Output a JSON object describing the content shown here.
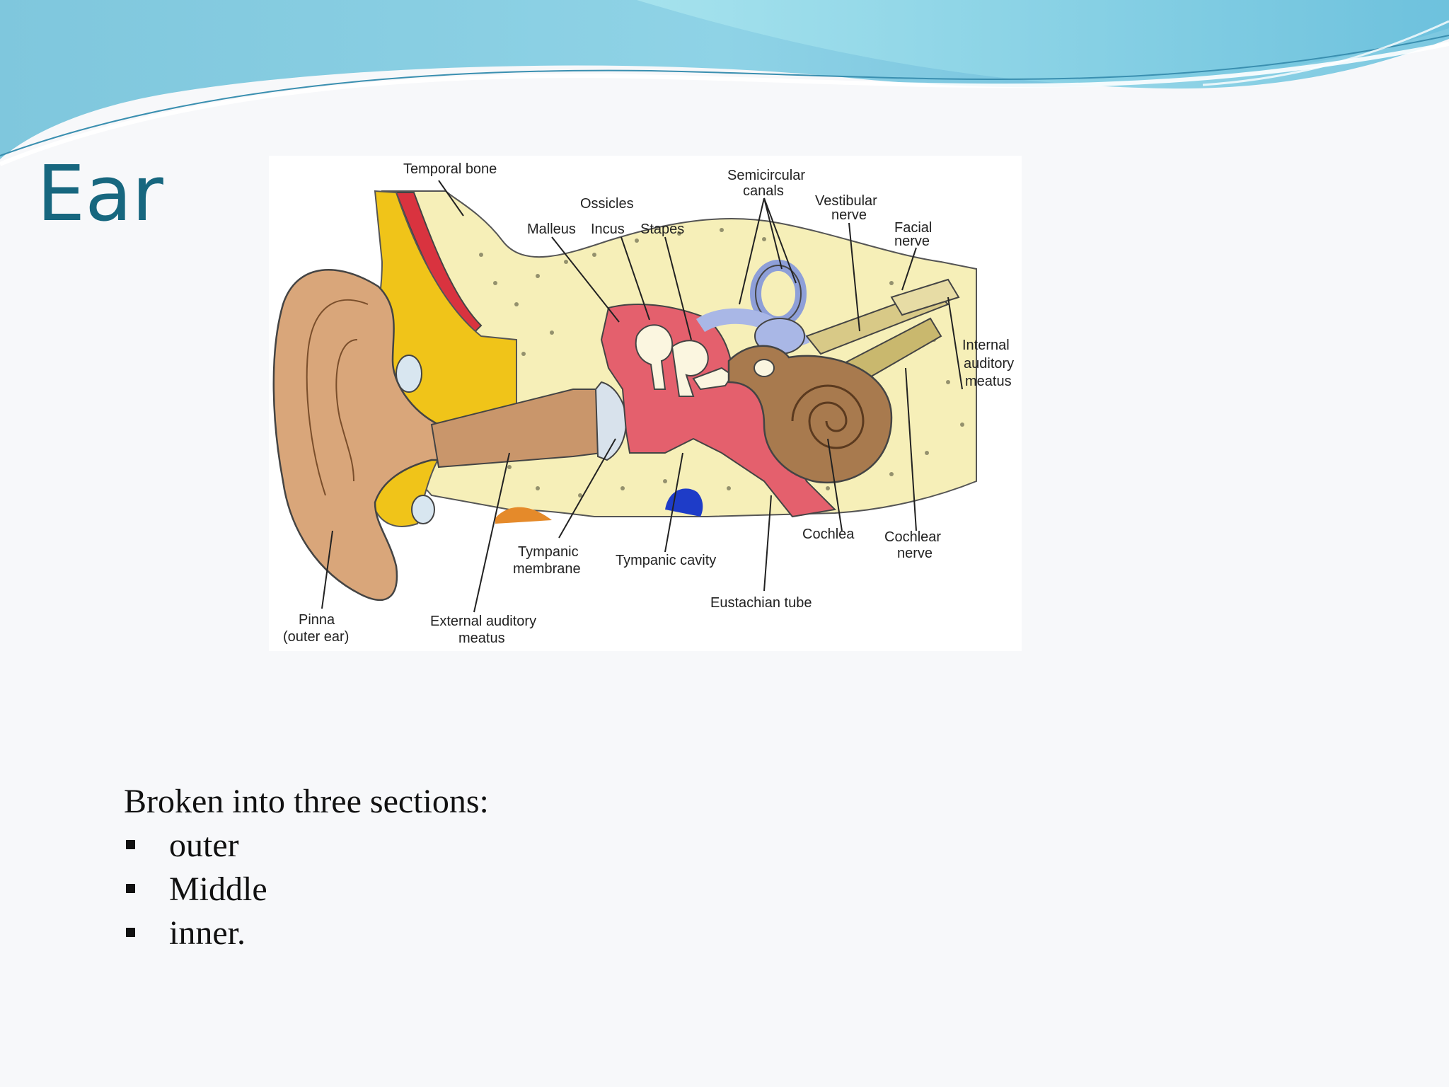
{
  "slide": {
    "title": "Ear",
    "intro": "Broken into three sections:",
    "bullets": [
      "outer",
      "Middle",
      "inner."
    ]
  },
  "diagram": {
    "labels": {
      "temporal_bone": "Temporal bone",
      "ossicles": "Ossicles",
      "malleus": "Malleus",
      "incus": "Incus",
      "stapes": "Stapes",
      "semicircular_1": "Semicircular",
      "semicircular_2": "canals",
      "vestibular_1": "Vestibular",
      "vestibular_2": "nerve",
      "facial_1": "Facial",
      "facial_2": "nerve",
      "internal_1": "Internal",
      "internal_2": "auditory",
      "internal_3": "meatus",
      "cochlea": "Cochlea",
      "cochlear_1": "Cochlear",
      "cochlear_2": "nerve",
      "tympanic_membrane_1": "Tympanic",
      "tympanic_membrane_2": "membrane",
      "tympanic_cavity": "Tympanic cavity",
      "eustachian_tube": "Eustachian tube",
      "pinna_1": "Pinna",
      "pinna_2": "(outer ear)",
      "external_1": "External auditory",
      "external_2": "meatus"
    }
  },
  "colors": {
    "title": "#17677f",
    "banner_dark": "#5fb8d6",
    "banner_light": "#9fe0ea",
    "skin": "#d9a67a",
    "bone": "#f6efb8",
    "fat": "#f0c419",
    "middle_ear": "#e4606d",
    "inner_ear": "#a9b7e6",
    "cochlea": "#a87a4e",
    "nerve": "#d8c987"
  }
}
